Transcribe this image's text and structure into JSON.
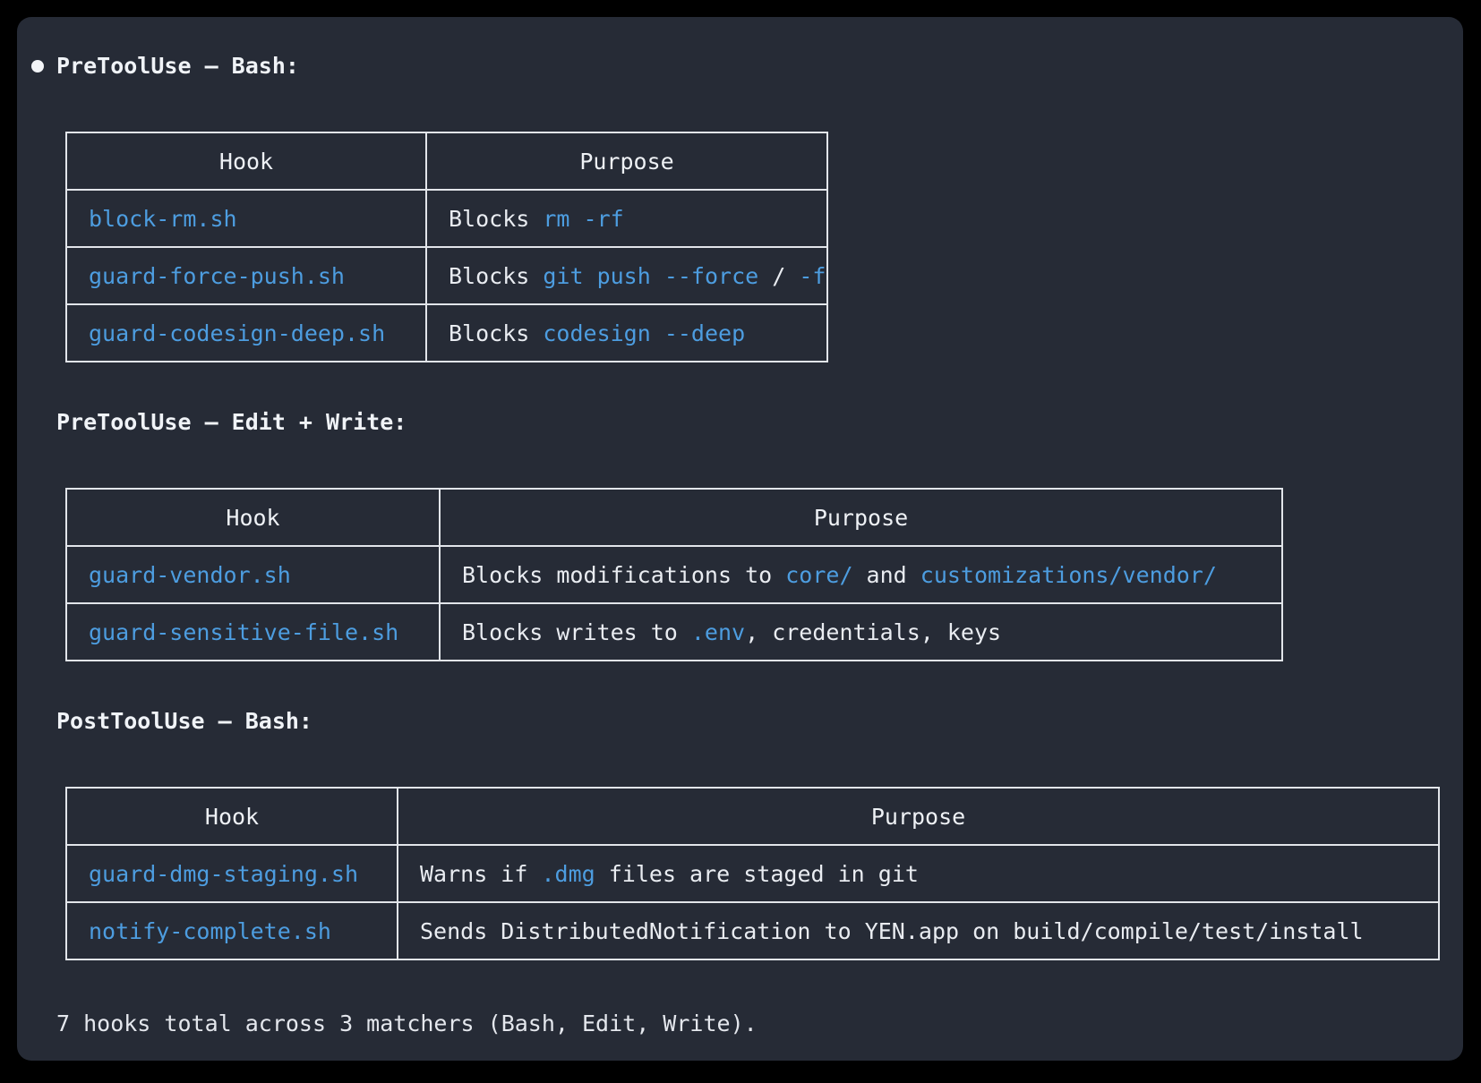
{
  "colors": {
    "page_bg": "#000000",
    "panel_bg": "#262b36",
    "text": "#e9ecf1",
    "accent_blue": "#4d9de0",
    "table_border": "#e2e5ea"
  },
  "icons": {
    "bullet": "filled-circle"
  },
  "sections": [
    {
      "heading": "PreToolUse — Bash:",
      "has_bullet": true,
      "table": {
        "headers": [
          "Hook",
          "Purpose"
        ],
        "rows": [
          {
            "hook": "block-rm.sh",
            "purpose": [
              {
                "text": "Blocks ",
                "accent": false
              },
              {
                "text": "rm -rf",
                "accent": true
              }
            ]
          },
          {
            "hook": "guard-force-push.sh",
            "purpose": [
              {
                "text": "Blocks ",
                "accent": false
              },
              {
                "text": "git push --force",
                "accent": true
              },
              {
                "text": " / ",
                "accent": false
              },
              {
                "text": "-f",
                "accent": true
              }
            ]
          },
          {
            "hook": "guard-codesign-deep.sh",
            "purpose": [
              {
                "text": "Blocks ",
                "accent": false
              },
              {
                "text": "codesign --deep",
                "accent": true
              }
            ]
          }
        ]
      }
    },
    {
      "heading": "PreToolUse — Edit + Write:",
      "has_bullet": false,
      "table": {
        "headers": [
          "Hook",
          "Purpose"
        ],
        "rows": [
          {
            "hook": "guard-vendor.sh",
            "purpose": [
              {
                "text": "Blocks modifications to ",
                "accent": false
              },
              {
                "text": "core/",
                "accent": true
              },
              {
                "text": " and ",
                "accent": false
              },
              {
                "text": "customizations/vendor/",
                "accent": true
              }
            ]
          },
          {
            "hook": "guard-sensitive-file.sh",
            "purpose": [
              {
                "text": "Blocks writes to ",
                "accent": false
              },
              {
                "text": ".env",
                "accent": true
              },
              {
                "text": ", credentials, keys",
                "accent": false
              }
            ]
          }
        ]
      }
    },
    {
      "heading": "PostToolUse — Bash:",
      "has_bullet": false,
      "table": {
        "headers": [
          "Hook",
          "Purpose"
        ],
        "rows": [
          {
            "hook": "guard-dmg-staging.sh",
            "purpose": [
              {
                "text": "Warns if ",
                "accent": false
              },
              {
                "text": ".dmg",
                "accent": true
              },
              {
                "text": " files are staged in git",
                "accent": false
              }
            ]
          },
          {
            "hook": "notify-complete.sh",
            "purpose": [
              {
                "text": "Sends DistributedNotification to YEN.app on build/compile/test/install",
                "accent": false
              }
            ]
          }
        ]
      }
    }
  ],
  "footer": "7 hooks total across 3 matchers (Bash, Edit, Write)."
}
